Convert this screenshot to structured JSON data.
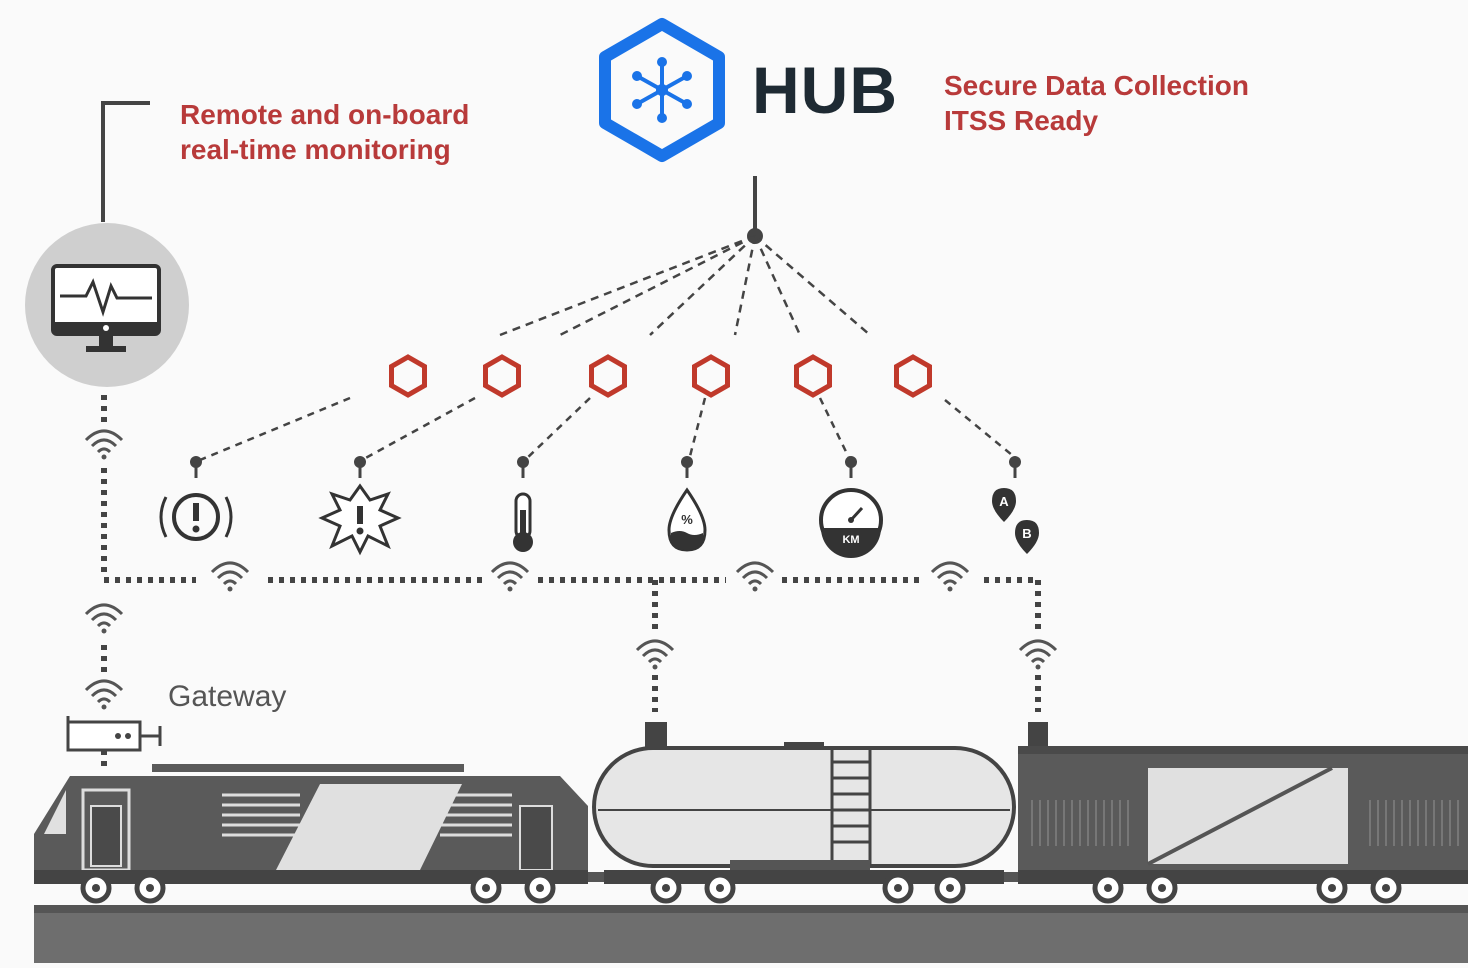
{
  "hub": {
    "logo_text": "HUB",
    "features": [
      "Secure Data Collection",
      "ITSS Ready"
    ],
    "brand_color": "#1a73e8"
  },
  "monitoring": {
    "lines": [
      "Remote and on-board",
      "real-time monitoring"
    ]
  },
  "gateway": {
    "label": "Gateway"
  },
  "colors": {
    "accent": "#b83a3a",
    "hub_blue": "#1a73e8",
    "hexagon": "#c0392b",
    "train": "#5a5a5a"
  },
  "sensors": [
    {
      "icon": "alert-circle-icon"
    },
    {
      "icon": "impact-shock-icon"
    },
    {
      "icon": "thermometer-icon"
    },
    {
      "icon": "humidity-drop-icon",
      "glyph": "%"
    },
    {
      "icon": "odometer-icon",
      "glyph": "KM"
    },
    {
      "icon": "route-a-b-icon",
      "glyphs": [
        "A",
        "B"
      ]
    }
  ]
}
